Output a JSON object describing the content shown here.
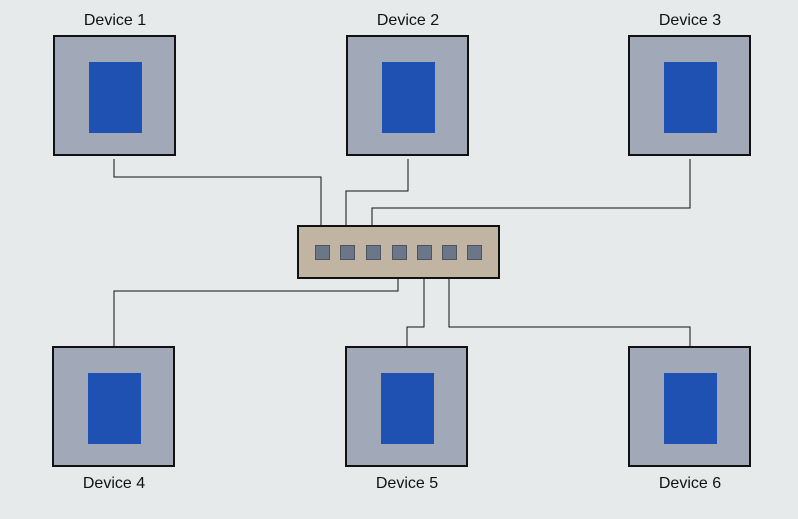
{
  "devices": [
    {
      "label": "Device 1"
    },
    {
      "label": "Device 2"
    },
    {
      "label": "Device 3"
    },
    {
      "label": "Device 4"
    },
    {
      "label": "Device 5"
    },
    {
      "label": "Device 6"
    }
  ],
  "colors": {
    "background": "#e6eaeb",
    "device_body": "#a1a9b9",
    "device_screen": "#1f51b3",
    "switch_body": "#c1b4a2",
    "port": "#6b7688",
    "wire": "#111111"
  }
}
